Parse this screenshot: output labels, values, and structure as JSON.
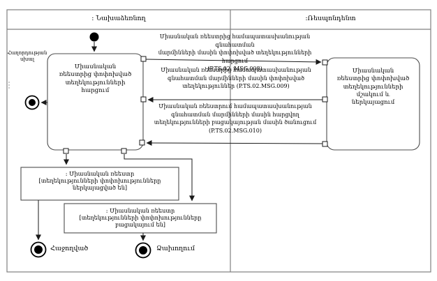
{
  "diagram": {
    "type": "uml-activity-diagram",
    "lanes": {
      "initiator": ": Նախաձեռնող",
      "respondent": ":Ռեսպոնդենտ"
    },
    "activities": {
      "left": "Միասնական\nռեեստրից փոփոխված\nտեղեկությունների\nհարցում",
      "right": "Միասնական\nռեեստրից փոփոխված\nտեղեկությունների\nմշակում և\nներկայացում"
    },
    "messages": {
      "msg008": "Միասնական ռեեստրից համապատասխանության գնահատման\nմարմինների մասին փոփոխված տեղեկությունների հարցում\n(P.TS.02. MSG.008)",
      "msg009": "Միասնական ռեեստրից համապատասխանության\nգնահատման մարմինների մասին փոփոխված\nտեղեկություններ (P.TS.02.MSG.009)",
      "msg010": "Միասնական ռեեստրում համապատասխանության\nգնահատման մարմինների մասին հարցվող\nտեղեկությունների բացակայության մասին ծանուցում\n(P.TS.02.MSG.010)"
    },
    "object_nodes": {
      "presented": {
        "name": ": Միասնական ռեեստր",
        "state": "[տեղեկությունների փոփոխությունները ներկայացված են]"
      },
      "absent": {
        "name": ": Միասնական ռեեստր",
        "state": "[տեղեկությունների փոփոխությունները բացակայում են]"
      }
    },
    "labels": {
      "error": "Հաղորդության\nսխալ",
      "success": "Հաջողված",
      "failure": "Ձախողում"
    },
    "colors": {
      "frame": "#808080",
      "shape_border": "#4d4d4d",
      "flow_line": "#1a1a1a",
      "fill": "#ffffff",
      "node_fill": "#000000"
    }
  }
}
